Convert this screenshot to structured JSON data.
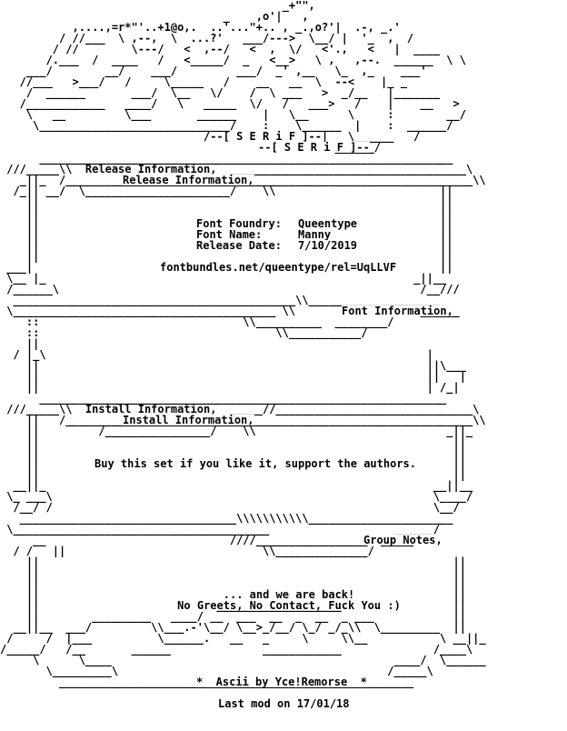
{
  "colors": {
    "background": "#ffffff",
    "text": "#000000"
  },
  "header": {
    "banner": "--[ S E R i F ]--"
  },
  "release": {
    "title": "Release Information,",
    "foundry_label": "Font Foundry:",
    "foundry_value": "Queentype",
    "name_label": "Font Name:",
    "name_value": "Manny",
    "date_label": "Release Date:",
    "date_value": "7/10/2019",
    "url": "fontbundles.net/queentype/rel=UqLLVF"
  },
  "font_info": {
    "title": "Font Information,"
  },
  "install": {
    "title": "Install Information,",
    "text": "Buy this set if you like it, support the authors."
  },
  "group": {
    "title": "Group Notes,",
    "line1": "... and we are back!",
    "line2": "No Greets, No Contact, Fuck You :)"
  },
  "footer": {
    "credit": "*  Ascii by Yce!Remorse  *",
    "lastmod": "Last mod on 17/01/18"
  }
}
